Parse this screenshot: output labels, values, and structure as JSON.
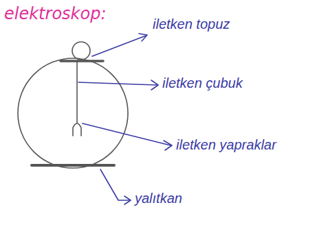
{
  "diagram": {
    "title": "elektroskop:",
    "labels": [
      "iletken topuz",
      "iletken çubuk",
      "iletken yapraklar",
      "yalıtkan"
    ]
  }
}
